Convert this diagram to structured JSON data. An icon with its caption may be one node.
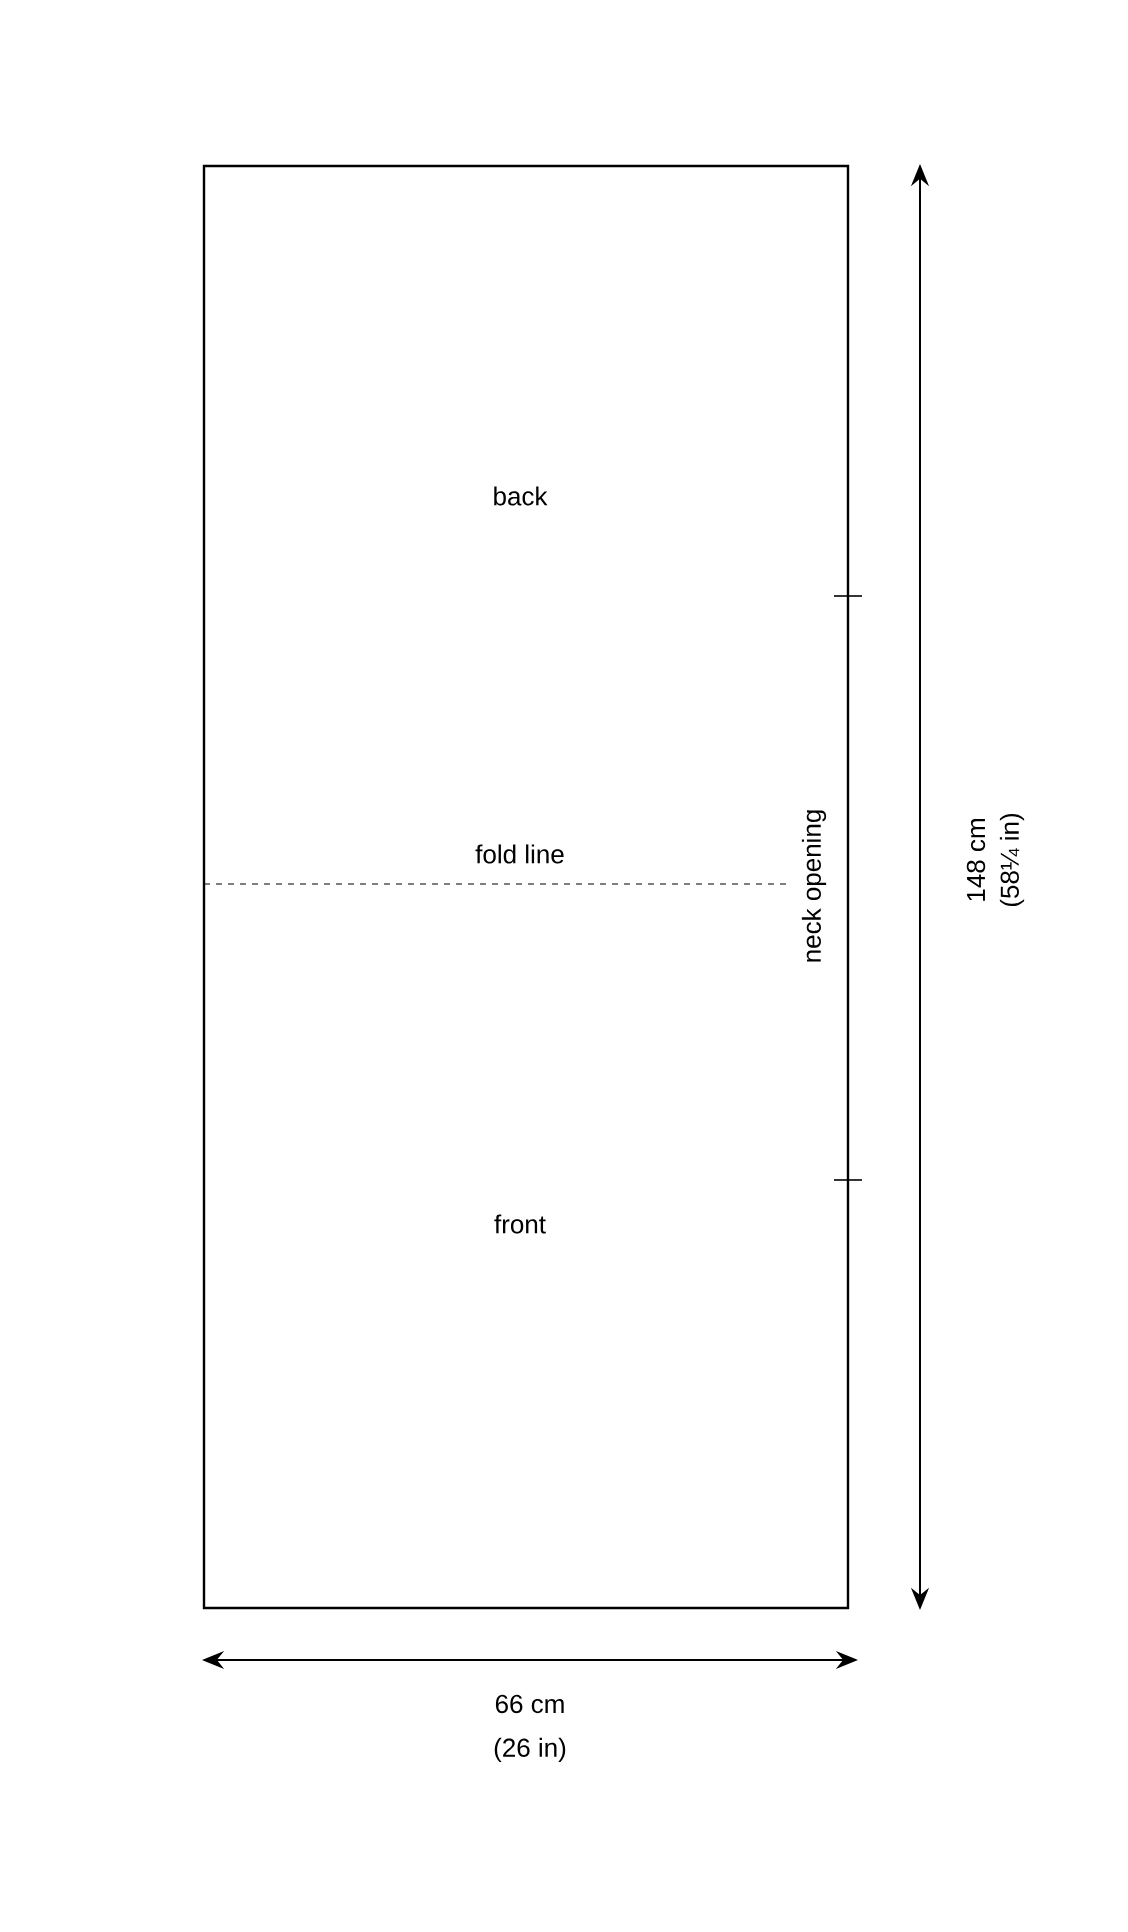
{
  "diagram": {
    "nodes": [
      {
        "text": [
          "back",
          "fold line",
          "neck opening",
          "front"
        ]
      }
    ],
    "labels": [
      "148 cm",
      "(58¼ in)",
      "66 cm",
      "(26 in)"
    ]
  }
}
